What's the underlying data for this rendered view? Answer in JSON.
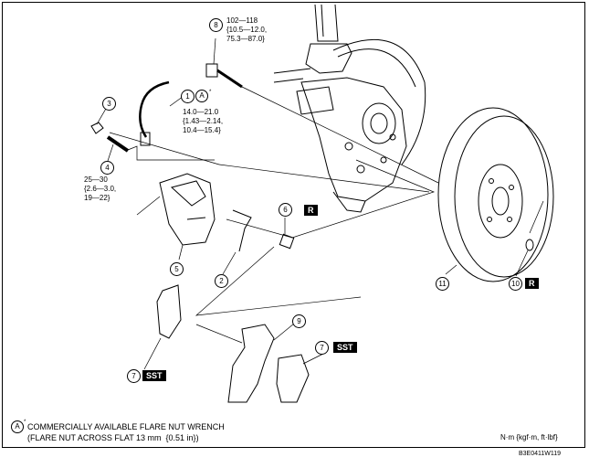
{
  "callouts": {
    "c1": "1",
    "c2": "2",
    "c3": "3",
    "c4": "4",
    "c5": "5",
    "c6": "6",
    "c7a": "7",
    "c7b": "7",
    "c8": "8",
    "c9": "9",
    "c10": "10",
    "c11": "11"
  },
  "badges": {
    "r6": "R",
    "r10": "R",
    "sst7a": "SST",
    "sst7b": "SST"
  },
  "torque": {
    "bolt8": [
      "102—118",
      "{10.5—12.0,",
      "75.3—87.0}"
    ],
    "flare1": [
      "14.0—21.0",
      "{1.43—2.14,",
      "10.4—15.4}"
    ],
    "bolt4": [
      "25—30",
      "{2.6—3.0,",
      "19—22}"
    ]
  },
  "tool_mark": "A",
  "tool_mark_sup": "*",
  "note": {
    "mark": "A",
    "mark_sup": "*",
    "line1": "COMMERCIALLY AVAILABLE FLARE NUT WRENCH",
    "line2": "(FLARE NUT ACROSS FLAT 13 mm  {0.51 in})"
  },
  "units": "N·m {kgf·m, ft·lbf}",
  "figure_code": "B3E0411W119"
}
